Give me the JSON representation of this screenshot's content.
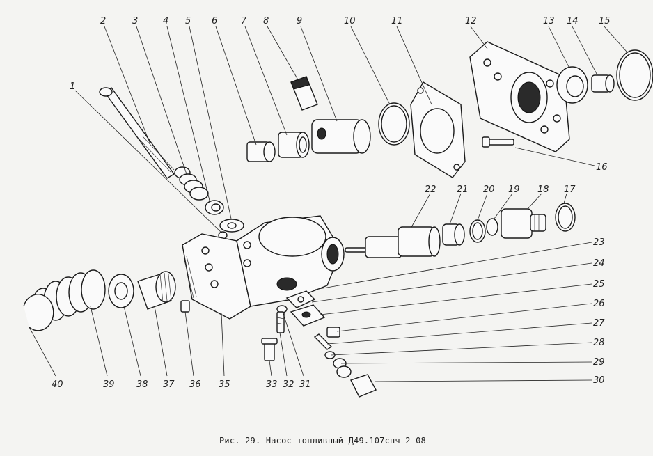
{
  "caption": "Рис. 29. Насос топливный Д49.107спч-2-08",
  "labels": [
    "1",
    "2",
    "3",
    "4",
    "5",
    "6",
    "7",
    "8",
    "9",
    "10",
    "11",
    "12",
    "13",
    "14",
    "15",
    "16",
    "17",
    "18",
    "19",
    "20",
    "21",
    "22",
    "23",
    "24",
    "25",
    "26",
    "27",
    "28",
    "29",
    "30",
    "31",
    "32",
    "33",
    "35",
    "36",
    "37",
    "38",
    "39",
    "40"
  ],
  "colors": {
    "ink": "#1a1a1a",
    "paper": "#f4f4f2"
  }
}
